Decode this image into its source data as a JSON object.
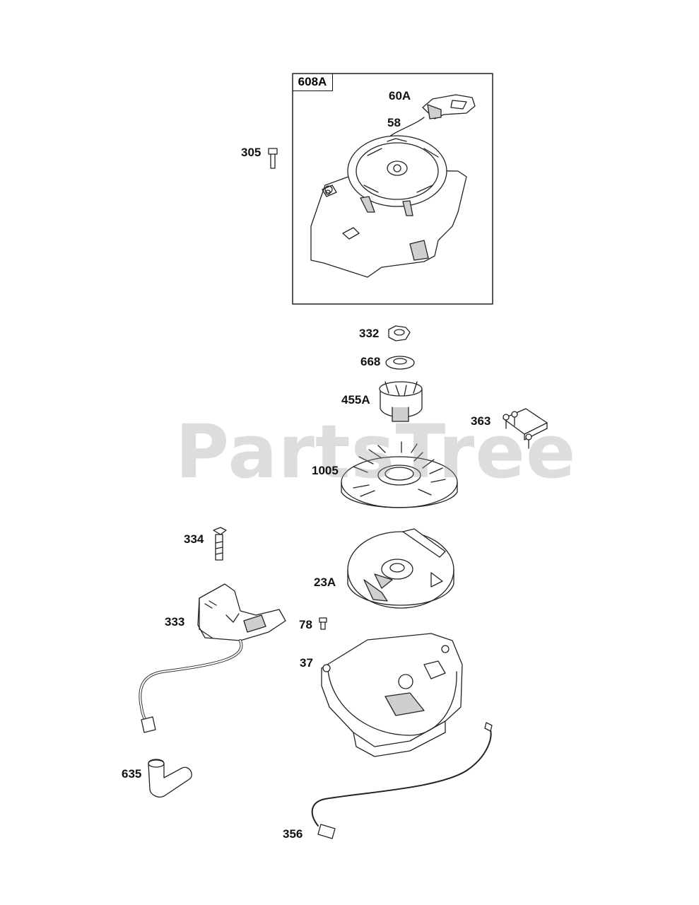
{
  "watermark": "PartsTree",
  "box": {
    "tag": "608A"
  },
  "labels": {
    "l60a": "60A",
    "l58": "58",
    "l305": "305",
    "l332": "332",
    "l668": "668",
    "l455a": "455A",
    "l363": "363",
    "l1005": "1005",
    "l334": "334",
    "l23a": "23A",
    "l333": "333",
    "l78": "78",
    "l37": "37",
    "l635": "635",
    "l356": "356"
  },
  "colors": {
    "line": "#222222",
    "fill": "#ffffff",
    "shade": "#cfcfcf",
    "watermark": "#969696"
  }
}
